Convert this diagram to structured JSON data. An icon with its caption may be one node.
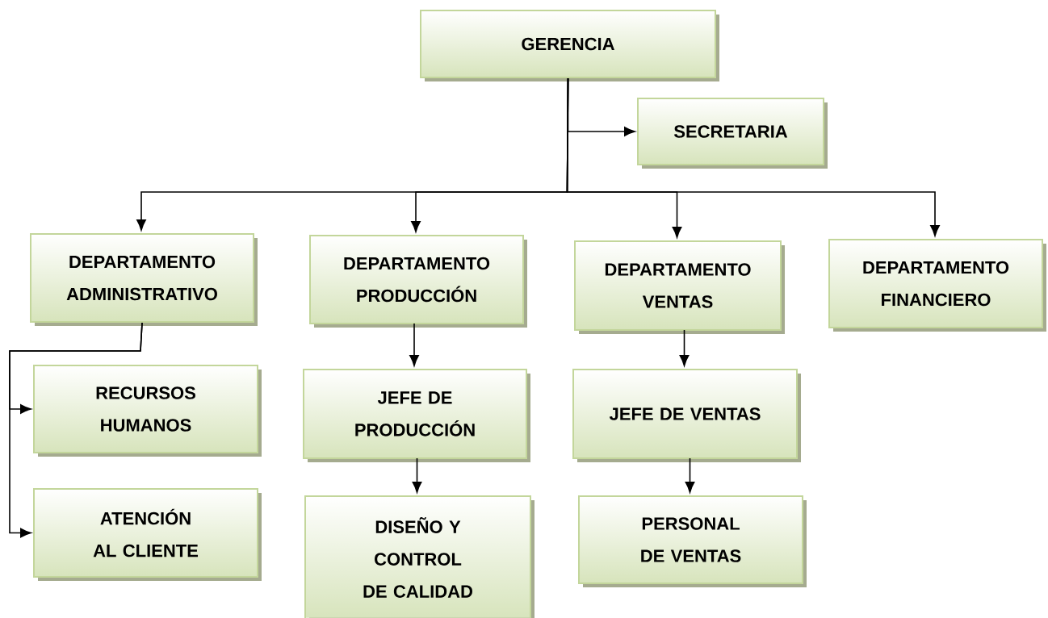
{
  "diagram": {
    "nodes": [
      {
        "text": [
          "GERENCIA"
        ]
      },
      {
        "text": [
          "SECRETARIA"
        ]
      },
      {
        "text": [
          "DEPARTAMENTO ADMINISTRATIVO"
        ]
      },
      {
        "text": [
          "DEPARTAMENTO PRODUCCIÓN"
        ]
      },
      {
        "text": [
          "DEPARTAMENTO VENTAS"
        ]
      },
      {
        "text": [
          "DEPARTAMENTO FINANCIERO"
        ]
      },
      {
        "text": [
          "RECURSOS HUMANOS"
        ]
      },
      {
        "text": [
          "ATENCIÓN AL CLIENTE"
        ]
      },
      {
        "text": [
          "JEFE DE PRODUCCIÓN"
        ]
      },
      {
        "text": [
          "DISEÑO Y CONTROL DE CALIDAD"
        ]
      },
      {
        "text": [
          "JEFE DE VENTAS"
        ]
      },
      {
        "text": [
          "PERSONAL DE VENTAS"
        ]
      }
    ],
    "edges": [
      {
        "from": 0,
        "to": 1,
        "arrow": "to"
      },
      {
        "from": 0,
        "to": 2,
        "arrow": "to"
      },
      {
        "from": 0,
        "to": 3,
        "arrow": "to"
      },
      {
        "from": 0,
        "to": 4,
        "arrow": "to"
      },
      {
        "from": 0,
        "to": 5,
        "arrow": "to"
      },
      {
        "from": 2,
        "to": 6,
        "arrow": "to"
      },
      {
        "from": 2,
        "to": 7,
        "arrow": "to"
      },
      {
        "from": 3,
        "to": 8,
        "arrow": "to"
      },
      {
        "from": 8,
        "to": 9,
        "arrow": "to"
      },
      {
        "from": 4,
        "to": 10,
        "arrow": "to"
      },
      {
        "from": 10,
        "to": 11,
        "arrow": "to"
      }
    ]
  }
}
